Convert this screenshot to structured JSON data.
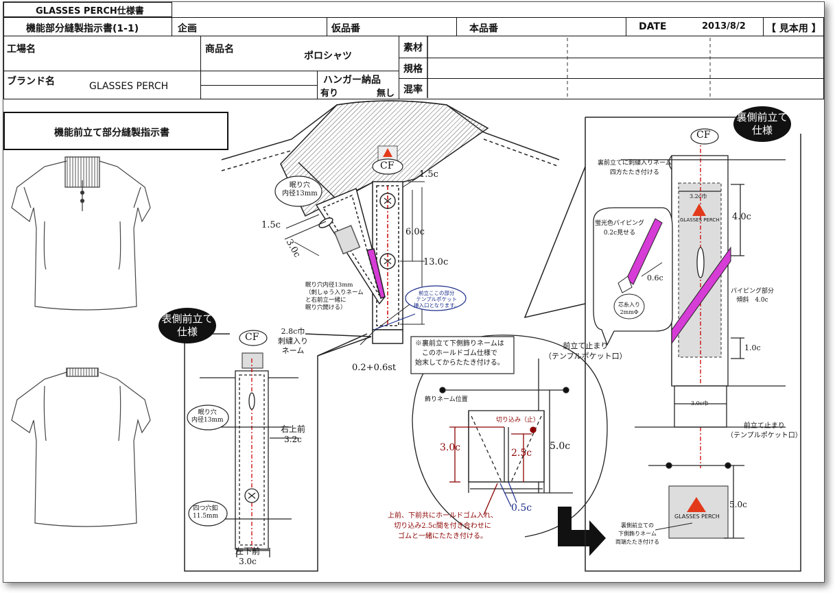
{
  "header": {
    "doc_title": "GLASSES PERCH仕様書",
    "sub_title": "機能部分縫製指示書(1-1)",
    "planning_label": "企画",
    "temp_no_label": "仮品番",
    "real_no_label": "本品番",
    "date_label": "DATE",
    "date_value": "2013/8/2",
    "sample_label": "【 見本用 】",
    "factory_label": "工場名",
    "product_label": "商品名",
    "product_value": "ポロシャツ",
    "brand_label": "ブランド名",
    "brand_value": "GLASSES PERCH",
    "hanger_label": "ハンガー納品",
    "hanger_yes": "有り",
    "hanger_no": "無し",
    "material_label": "素材",
    "spec_label": "規格",
    "blend_label": "混率"
  },
  "section_title": "機能前立て部分縫製指示書",
  "center": {
    "cf": "CF",
    "buttonhole_note": "眠り穴\n内径13mm",
    "dim_1_5c_top": "1.5c",
    "dim_1_5c_left": "1.5c",
    "dim_3_0c": "3.0c",
    "dim_6_0c": "6.0c",
    "dim_13_0c": "13.0c",
    "note_buttonhole": "眠り穴内径13mm\n（刺しゅう入りネーム\nと右前立一緒に\n眠り穴開ける）",
    "pocket_note": "前立ここの部分\nテンプルポケット\n挿入口となります。",
    "stitch": "0.2+0.6st"
  },
  "front_callout": "表側前立て\n仕様",
  "front": {
    "cf": "CF",
    "name_note": "2.8c巾\n刺繍入り\nネーム",
    "buttonhole": "眠り穴\n内径13mm",
    "right_front": "右上前\n3.2c",
    "button_note": "四つ穴釦\n11.5mm",
    "left_front": "左下前\n3.0c"
  },
  "detail": {
    "note": "※裏前立て下側飾りネームは\nこのホールドゴム仕様で\n始末してからたたき付ける。",
    "stop": "前立て止まり\n（テンプルポケット口）",
    "name_pos": "飾りネーム位置",
    "cut": "切り込み（止）",
    "dim_3_0c": "3.0c",
    "dim_2_5c": "2.5c",
    "dim_5_0c": "5.0c",
    "dim_0_5c": "0.5c",
    "red_note": "上前、下前共にホールドゴム入れ、\n切り込み2.5c間を付き合わせに\nゴムと一緒にたたき付ける。"
  },
  "back_callout": "裏側前立て\n仕様",
  "back": {
    "cf": "CF",
    "name_note": "裏前立てに刺繍入りネーム\n四方たたき付ける",
    "width_3_2": "3.2c巾",
    "brand_small": "GLASSES PERCH",
    "dim_4_0c": "4.0c",
    "piping_note": "蛍光色パイピング\n0.2c見せる",
    "dim_0_6c": "0.6c",
    "core_note": "芯糸入り\n2mmΦ",
    "piping_part": "パイピング部分\n傾斜　4.0c",
    "dim_1_0c": "1.0c",
    "width_3_0": "3.0c巾",
    "stop": "前立て止まり\n（テンプルポケット口）",
    "dim_5_0c": "5.0c",
    "bottom_note": "裏側前立ての\n下側飾りネーム\n両端たたき付ける",
    "brand_big": "GLASSES PERCH"
  },
  "colors": {
    "magenta": "#d63cd6",
    "logo_red": "#e23a1a",
    "accent": "#8b0000"
  }
}
